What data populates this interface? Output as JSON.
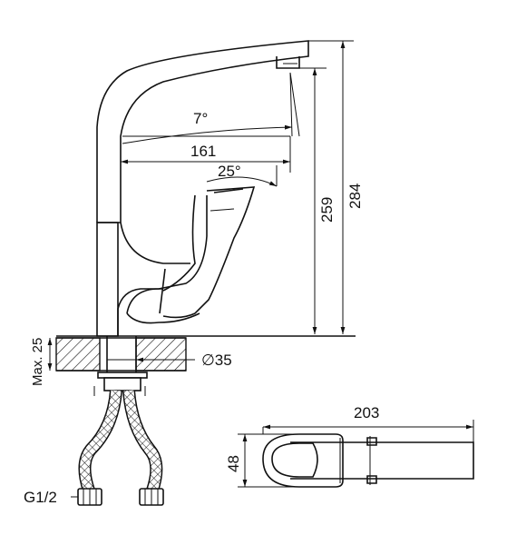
{
  "drawing": {
    "dim_angle_spout": "7°",
    "dim_reach": "161",
    "dim_angle_lever": "25°",
    "dim_spout_height": "259",
    "dim_total_height": "284",
    "dim_max_thickness": "Max. 25",
    "dim_hole_diameter": "∅35",
    "dim_top_length": "203",
    "dim_top_width": "48",
    "dim_thread": "G1/2"
  }
}
